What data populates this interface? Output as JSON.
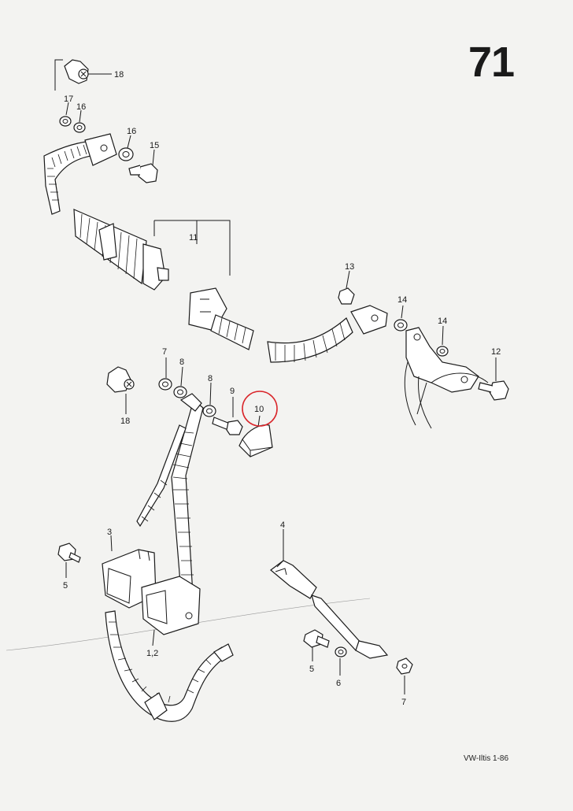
{
  "page_number": "71",
  "doc_code": "VW-Iltis 1-86",
  "highlight_color": "#d9252a",
  "callouts": {
    "c18a": "18",
    "c17": "17",
    "c16a": "16",
    "c16b": "16",
    "c15": "15",
    "c11": "11",
    "c13": "13",
    "c14a": "14",
    "c14b": "14",
    "c12": "12",
    "c7a": "7",
    "c8a": "8",
    "c8b": "8",
    "c9": "9",
    "c10": "10",
    "c18b": "18",
    "c3": "3",
    "c5a": "5",
    "c12b": "1,2",
    "c4": "4",
    "c5b": "5",
    "c6": "6",
    "c7b": "7"
  }
}
